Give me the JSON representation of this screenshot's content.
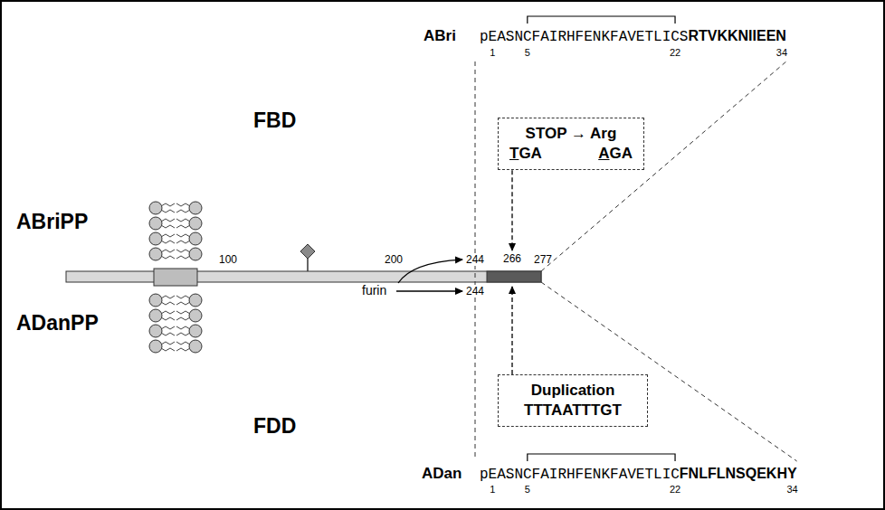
{
  "diagram": {
    "nodes": [
      {
        "text": [
          "STOP → Arg",
          "T",
          "GA",
          "A",
          "GA"
        ]
      },
      {
        "text": [
          "Duplication",
          "TTTAATTTGT"
        ]
      }
    ],
    "labels": [
      "ABri",
      "pEASNCFAIRHFENKFAVETLICS",
      "RTVKKNIIEEN",
      "1",
      "5",
      "22",
      "34",
      "FBD",
      "ABriPP",
      "ADanPP",
      "100",
      "200",
      "244",
      "266",
      "277",
      "furin",
      "244",
      "FDD",
      "ADan",
      "pEASNCFAIRHFENKFAVETLIC",
      "FNLFLNSQEKHY",
      "1",
      "5",
      "22",
      "34"
    ]
  }
}
